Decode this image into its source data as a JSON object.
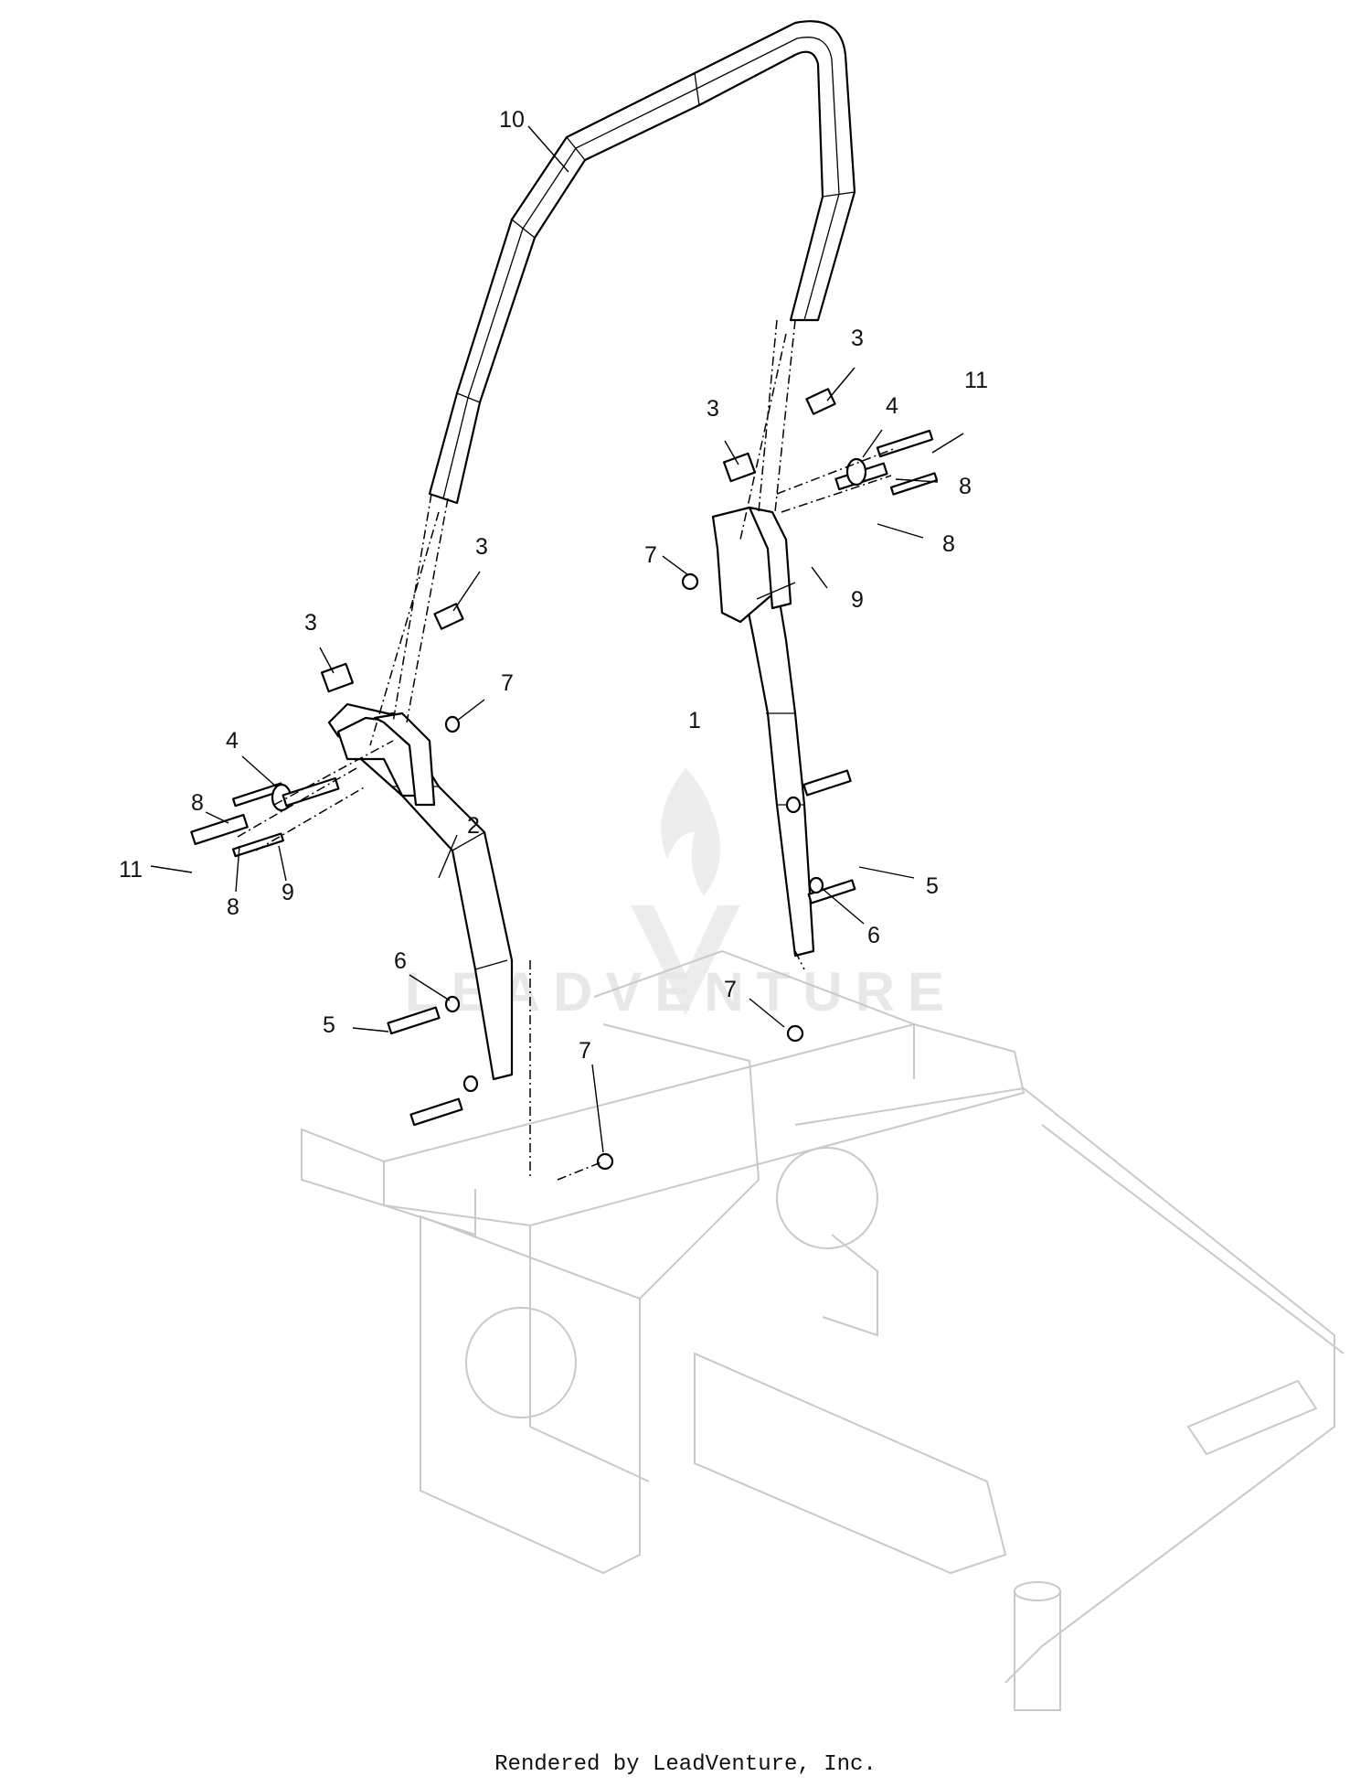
{
  "callouts": {
    "c10": "10",
    "c3a": "3",
    "c3b": "3",
    "c3c": "3",
    "c3d": "3",
    "c4a": "4",
    "c4b": "4",
    "c11a": "11",
    "c11b": "11",
    "c8a": "8",
    "c8b": "8",
    "c8c": "8",
    "c8d": "8",
    "c7a": "7",
    "c7b": "7",
    "c7c": "7",
    "c7d": "7",
    "c9a": "9",
    "c9b": "9",
    "c1": "1",
    "c2": "2",
    "c5a": "5",
    "c5b": "5",
    "c6a": "6",
    "c6b": "6"
  },
  "watermark": "LEADVENTURE",
  "footer": "Rendered by LeadVenture, Inc."
}
